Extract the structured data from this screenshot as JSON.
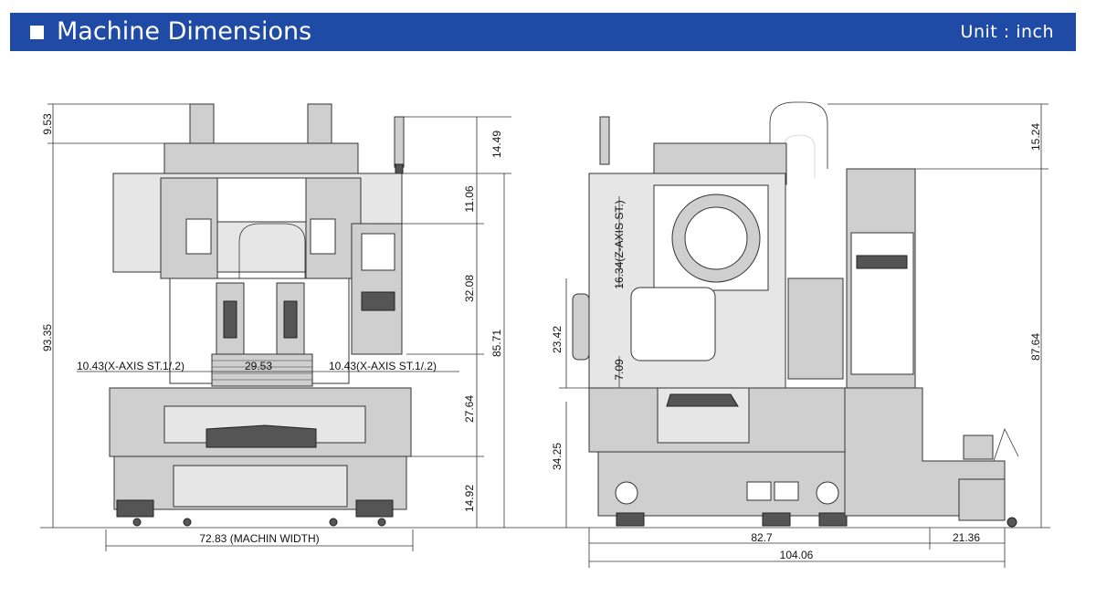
{
  "header": {
    "title": "Machine Dimensions",
    "unit": "Unit : inch",
    "bg_color": "#1f4aa5"
  },
  "front_view": {
    "d_953": "9.53",
    "d_9335": "93.35",
    "d_1449": "14.49",
    "d_1106": "11.06",
    "d_3208": "32.08",
    "d_8571": "85.71",
    "d_2764": "27.64",
    "d_1492": "14.92",
    "d_x_left": "10.43(X-AXIS ST.1/.2)",
    "d_2953": "29.53",
    "d_x_right": "10.43(X-AXIS ST.1/.2)",
    "d_width": "72.83 (MACHIN WIDTH)"
  },
  "side_view": {
    "d_z": "16.34(Z-AXIS ST.)",
    "d_2342": "23.42",
    "d_709": "7.09",
    "d_3425": "34.25",
    "d_1524": "15.24",
    "d_8764": "87.64",
    "d_827": "82.7",
    "d_2136": "21.36",
    "d_10406": "104.06"
  }
}
